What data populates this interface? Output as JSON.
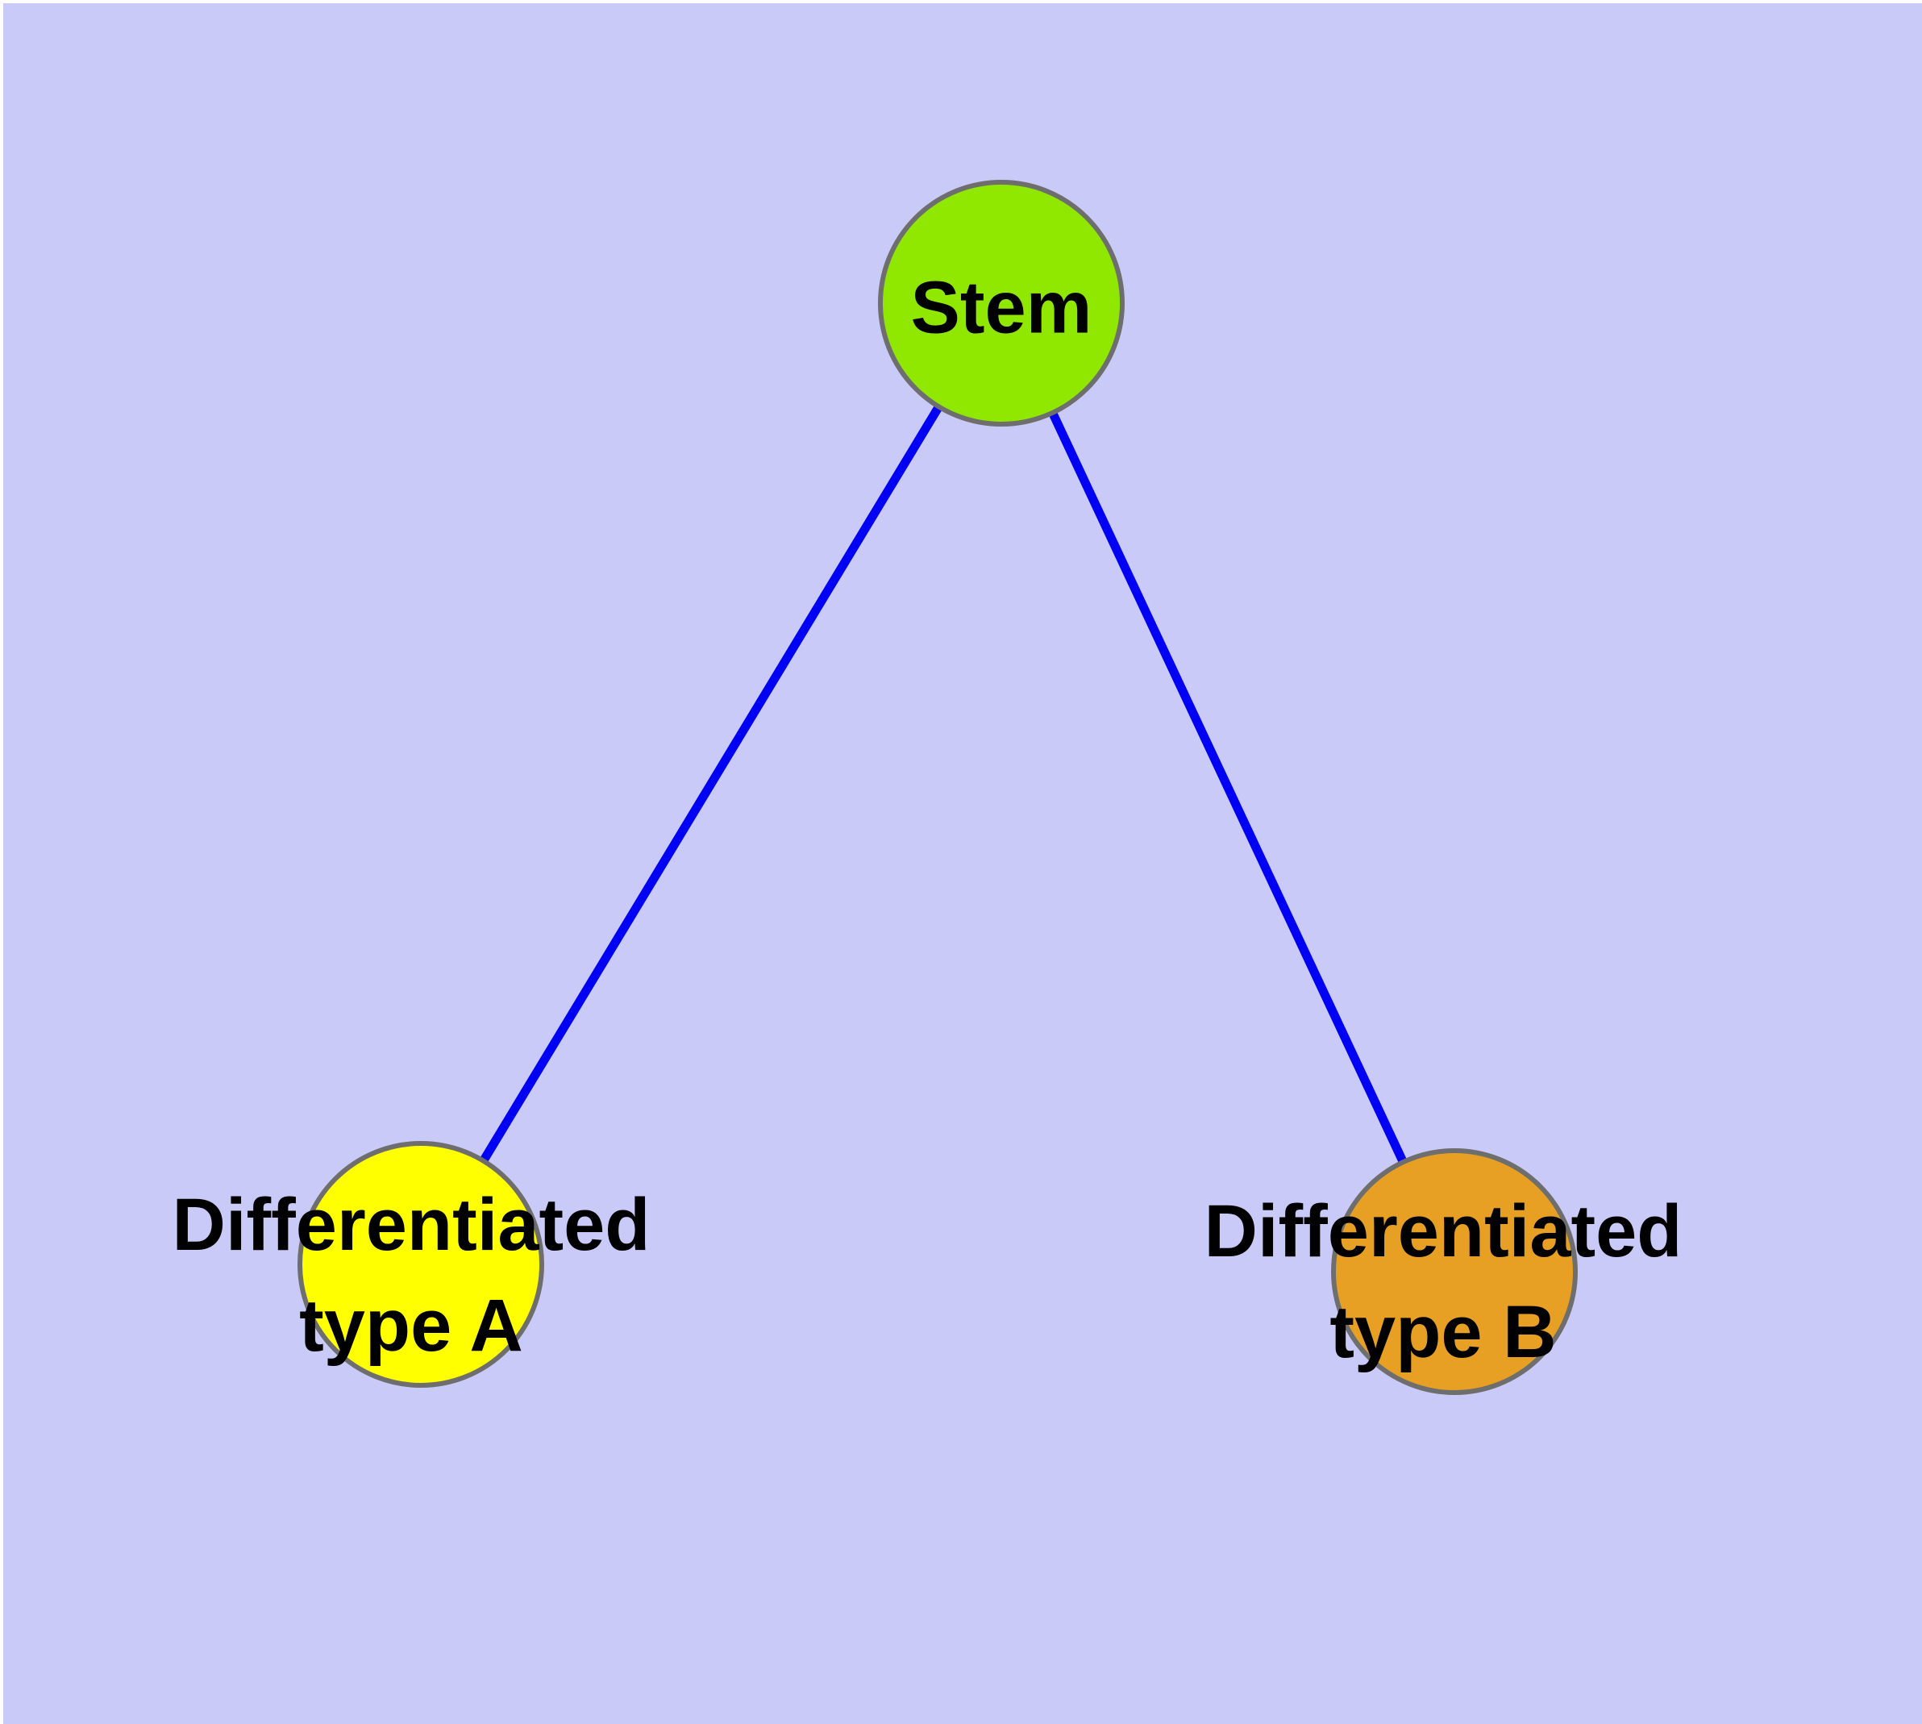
{
  "diagram": {
    "type": "node-link-graph",
    "background_color": "#CACAF8",
    "node_border_color": "#6E6E6E",
    "label_color": "#000000"
  },
  "nodes": {
    "stem": {
      "label": "Stem",
      "color": "#90E800"
    },
    "type_a": {
      "label": "Differentiated\ntype A",
      "color": "#FFFF00"
    },
    "type_b": {
      "label": "Differentiated\ntype B",
      "color": "#E7A024"
    }
  },
  "edges": {
    "color": "#0000F5",
    "connections": [
      {
        "from": "Stem",
        "to": "Differentiated type A"
      },
      {
        "from": "Stem",
        "to": "Differentiated type B"
      }
    ]
  }
}
